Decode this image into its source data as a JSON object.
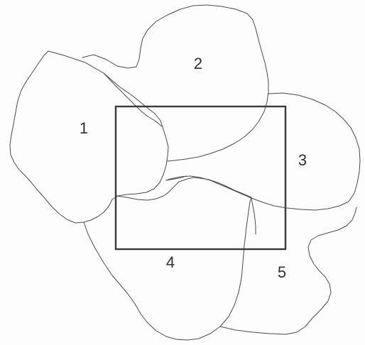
{
  "diagram": {
    "labels": {
      "region_1": "1",
      "region_2": "2",
      "region_3": "3",
      "region_4": "4",
      "region_5": "5"
    },
    "colors": {
      "outline": "#4a4a4a",
      "frame": "#3a3a3a",
      "label_text": "#2f2f2f",
      "background": "#fdfdfd"
    }
  }
}
